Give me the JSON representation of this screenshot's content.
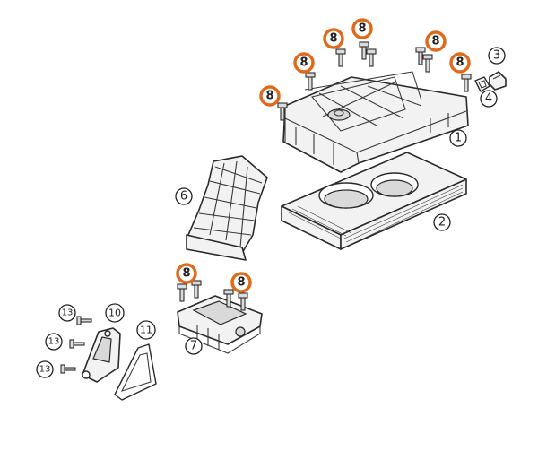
{
  "colors": {
    "highlight": "#e06a1a",
    "line": "#2a2a2a",
    "fill": "#f2f2f2"
  },
  "callouts": {
    "c1": "1",
    "c2": "2",
    "c3": "3",
    "c4": "4",
    "c6": "6",
    "c7": "7",
    "c8": "8",
    "c10": "10",
    "c11": "11",
    "c13": "13"
  }
}
